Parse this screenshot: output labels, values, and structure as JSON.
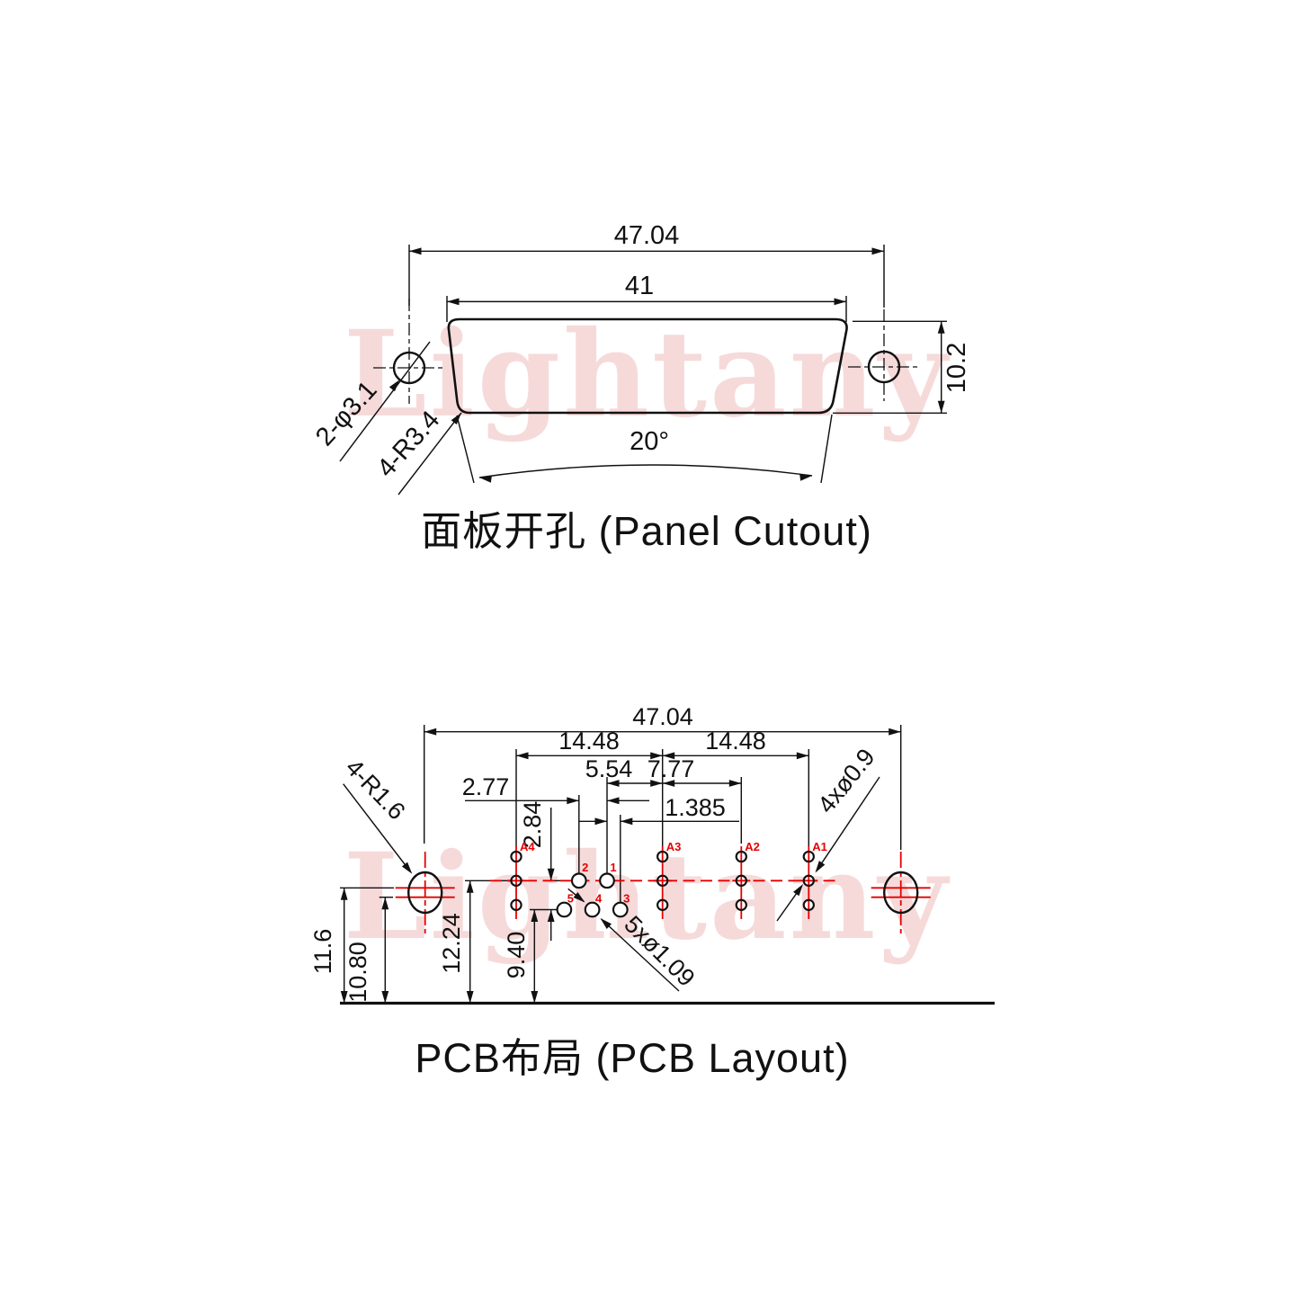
{
  "watermark": {
    "text": "Lightany"
  },
  "panel_cutout": {
    "title": "面板开孔 (Panel Cutout)",
    "dim_overall_width": "47.04",
    "dim_opening_width": "41",
    "dim_opening_height": "10.2",
    "dim_side_angle": "20°",
    "label_mounting_holes": "2-φ3.1",
    "label_corner_radius": "4-R3.4"
  },
  "pcb_layout": {
    "title": "PCB布局 (PCB Layout)",
    "dim_overall_width": "47.04",
    "dim_coax_span_left": "14.48",
    "dim_coax_span_right": "14.48",
    "dim_pin_to_center": "5.54",
    "dim_center_to_a2": "7.77",
    "dim_pin_pitch": "2.77",
    "dim_row_offset": "1.385",
    "dim_row_spacing": "2.84",
    "dim_edge_to_center_row": "12.24",
    "dim_edge_to_lower_row": "9.40",
    "dim_edge_to_slot_upper": "11.6",
    "dim_edge_to_slot_lower": "10.80",
    "label_coax_holes": "4xø0.9",
    "label_slot_radius": "4-R1.6",
    "label_pin_holes": "5xø1.09",
    "coax_labels": [
      "A4",
      "A3",
      "A2",
      "A1"
    ],
    "pin_labels": [
      "2",
      "1",
      "5",
      "4",
      "3"
    ]
  }
}
